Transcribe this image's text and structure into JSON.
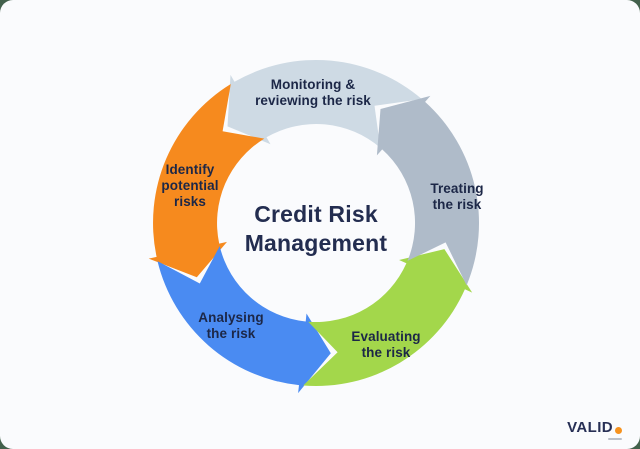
{
  "page": {
    "background_color": "#43614C",
    "card_color": "#FAFBFD"
  },
  "ring": {
    "center_label": "Credit Risk\nManagement",
    "text_color": "#1C2747",
    "segments": [
      {
        "id": "monitoring",
        "label": "Monitoring &\nreviewing the risk",
        "color": "#CEDAE4",
        "start": 48,
        "end": 120
      },
      {
        "id": "identify",
        "label": "Identify\npotential\nrisks",
        "color": "#F68A1E",
        "start": 120,
        "end": 192
      },
      {
        "id": "analysing",
        "label": "Analysing\nthe risk",
        "color": "#4A8BF2",
        "start": 192,
        "end": 264
      },
      {
        "id": "evaluating",
        "label": "Evaluating\nthe risk",
        "color": "#A3D74B",
        "start": 264,
        "end": 336
      },
      {
        "id": "treating",
        "label": "Treating\nthe risk",
        "color": "#AFBBC9",
        "start": 336,
        "end": 408
      }
    ]
  },
  "logo": {
    "text": "VALID",
    "text_color": "#272F55",
    "dot_color": "#F6921E"
  }
}
